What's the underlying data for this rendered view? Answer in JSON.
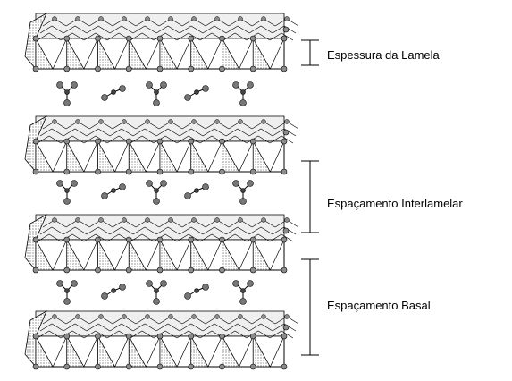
{
  "labels": {
    "lamella_thickness": "Espessura da Lamela",
    "interlayer_spacing": "Espaçamento Interlamelar",
    "basal_spacing": "Espaçamento Basal"
  },
  "colors": {
    "ink": "#000000",
    "face_light": "#ffffff",
    "face_shade": "#d8d8d8",
    "atom": "#8c8c8c"
  }
}
